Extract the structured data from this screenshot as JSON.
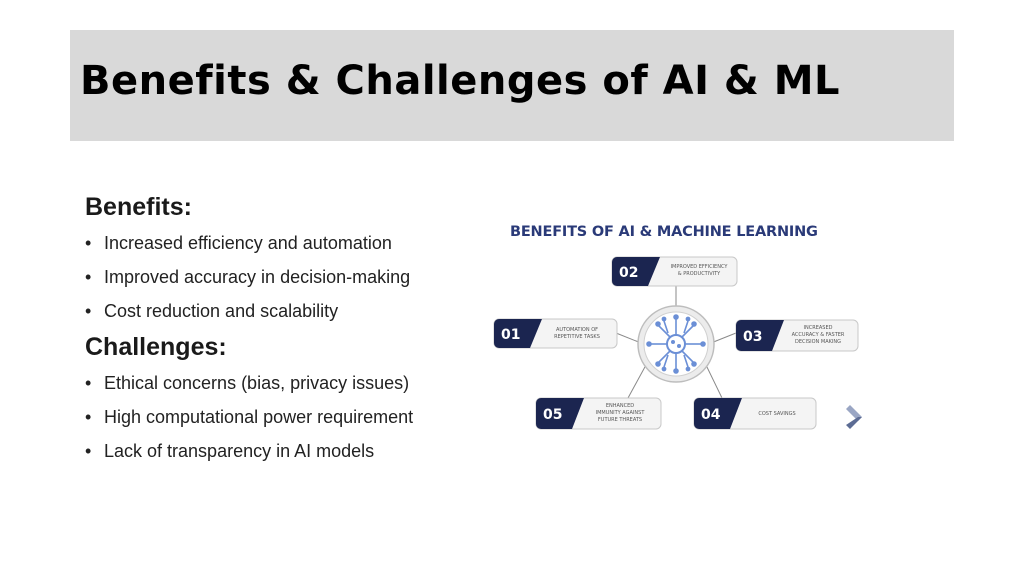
{
  "slide": {
    "title": "Benefits & Challenges of AI & ML"
  },
  "benefits": {
    "heading": "Benefits:",
    "items": [
      "Increased efficiency and automation",
      "Improved accuracy in decision-making",
      "Cost reduction and scalability"
    ]
  },
  "challenges": {
    "heading": "Challenges:",
    "items": [
      "Ethical concerns (bias, privacy issues)",
      "High computational power requirement",
      "Lack of transparency in AI models"
    ]
  },
  "infographic": {
    "title": "BENEFITS OF AI & MACHINE LEARNING",
    "center_icon": "ai-chip-icon",
    "nodes": [
      {
        "number": "01",
        "line1": "AUTOMATION OF",
        "line2": "REPETITIVE TASKS",
        "line3": ""
      },
      {
        "number": "02",
        "line1": "IMPROVED EFFICIENCY",
        "line2": "& PRODUCTIVITY",
        "line3": ""
      },
      {
        "number": "03",
        "line1": "INCREASED",
        "line2": "ACCURACY & FASTER",
        "line3": "DECISION MAKING"
      },
      {
        "number": "04",
        "line1": "COST SAVINGS",
        "line2": "",
        "line3": ""
      },
      {
        "number": "05",
        "line1": "ENHANCED",
        "line2": "IMMUNITY AGAINST",
        "line3": "FUTURE THREATS"
      }
    ],
    "colors": {
      "navy": "#1b2550",
      "title": "#2a3a78",
      "card": "#f4f4f4",
      "accent": "#6b8fd6"
    }
  }
}
